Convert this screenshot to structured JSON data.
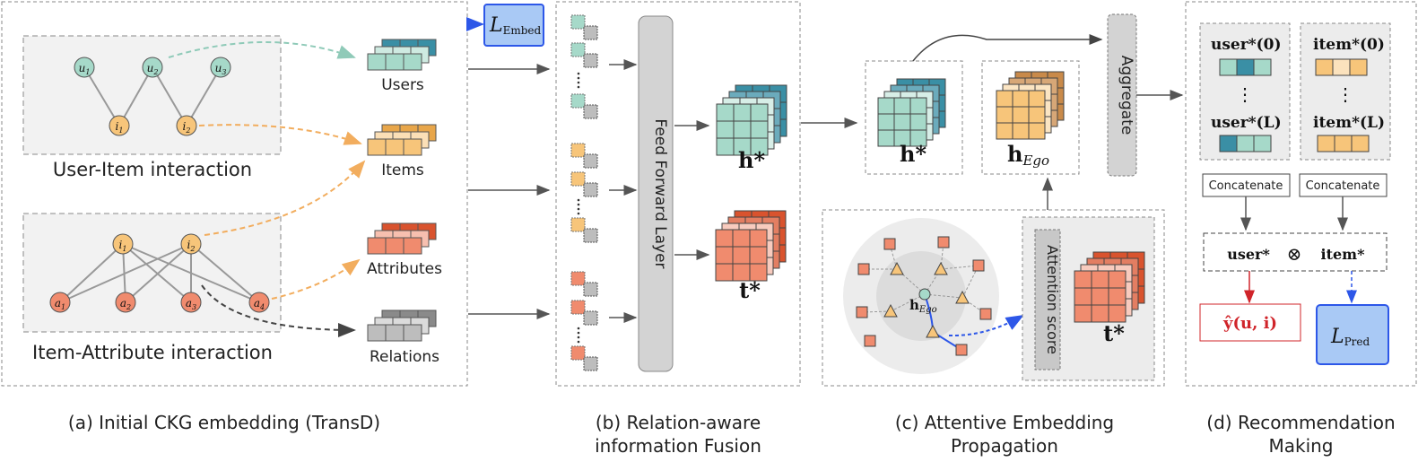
{
  "colors": {
    "user": "#a6d9c9",
    "user_dark": "#3a8fa5",
    "item": "#f7c57a",
    "item_dark": "#e8a64a",
    "attr": "#f08b6e",
    "attr_dark": "#d9532e",
    "rel": "#bdbdbd",
    "rel_dark": "#8a8a8a",
    "embed_box": "#a9c9f5",
    "pred_box": "#a9c9f5",
    "red_arrow": "#d0242a",
    "blue_arrow": "#2d57e8"
  },
  "panel_a": {
    "ui_title": "User-Item interaction",
    "ia_title": "Item-Attribute interaction",
    "users_nodes": [
      "u1",
      "u2",
      "u3"
    ],
    "item_nodes_top": [
      "i1",
      "i2"
    ],
    "item_nodes_bottom": [
      "i1",
      "i2"
    ],
    "attr_nodes": [
      "a1",
      "a2",
      "a3",
      "a4"
    ],
    "stack_labels": {
      "users": "Users",
      "items": "Items",
      "attributes": "Attributes",
      "relations": "Relations"
    },
    "l_embed": "L",
    "l_embed_sub": "Embed",
    "caption": "(a) Initial CKG embedding (TransD)"
  },
  "panel_b": {
    "ffl": "Feed Forward Layer",
    "h": "h*",
    "t": "t*",
    "caption_line1": "(b) Relation-aware",
    "caption_line2": "information Fusion"
  },
  "panel_c": {
    "h": "h*",
    "h_ego": "h",
    "h_ego_sub": "Ego",
    "aggregate": "Aggregate",
    "attention": "Attention score",
    "t": "t*",
    "center_label": "h",
    "center_sub": "Ego",
    "caption_line1": "(c) Attentive Embedding",
    "caption_line2": "Propagation"
  },
  "panel_d": {
    "user0": "user*(0)",
    "userL": "user*(L)",
    "item0": "item*(0)",
    "itemL": "item*(L)",
    "dots": "⋮",
    "concat": "Concatenate",
    "combine_user": "user*",
    "combine_op": "⊗",
    "combine_item": "item*",
    "yhat": "ŷ(u, i)",
    "l_pred": "L",
    "l_pred_sub": "Pred",
    "caption_line1": "(d) Recommendation",
    "caption_line2": "Making"
  }
}
